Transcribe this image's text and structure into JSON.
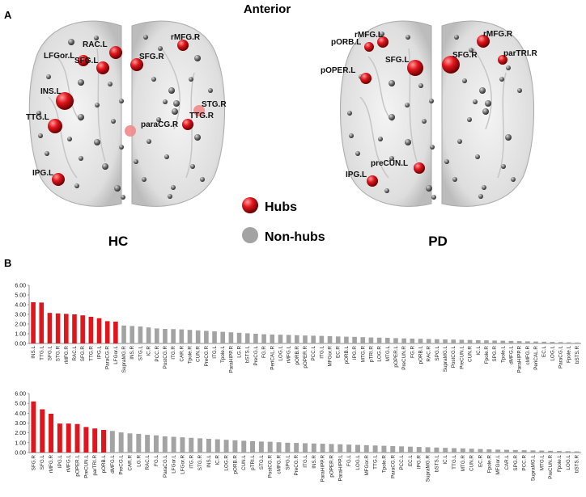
{
  "panelA": {
    "panel_label": "A",
    "title": "Anterior",
    "groups": [
      "HC",
      "PD"
    ],
    "legend": [
      {
        "label": "Hubs",
        "color": "#e0161e"
      },
      {
        "label": "Non-hubs",
        "color": "#a3a3a3"
      }
    ],
    "hc_labels": [
      "RAC.L",
      "rMFG.R",
      "LFGor.L",
      "SFG.L",
      "SFG.R",
      "INS.L",
      "TTG.L",
      "STG.R",
      "paraCG.R",
      "TTG.R",
      "IPG.L"
    ],
    "pd_labels": [
      "rMFG.L",
      "pORB.L",
      "rMFG.R",
      "SFG.L",
      "SFG.R",
      "parTRI.R",
      "pOPER.L",
      "preCUN.L",
      "IPG.L"
    ]
  },
  "panelB": {
    "panel_label": "B"
  },
  "colors": {
    "hub": "#e0161e",
    "nonhub": "#a3a3a3"
  },
  "chart_data": [
    {
      "type": "bar",
      "name": "HC",
      "ylim": [
        0,
        6
      ],
      "yticks": [
        "0.00",
        "1.00",
        "2.00",
        "3.00",
        "4.00",
        "5.00",
        "6.00"
      ],
      "categories": [
        "INS.L",
        "TTG.L",
        "SFG.L",
        "STG.R",
        "rMFG.R",
        "RAC.L",
        "SFG.R",
        "TTG.R",
        "IPG.L",
        "ParaCG.R",
        "LFGor.L",
        "SupraMG.R",
        "INS.R",
        "STG.L",
        "IC.R",
        "PCC.R",
        "PostCG.R",
        "ITG.R",
        "CAR.R",
        "Tpole.R",
        "CUN.R",
        "PreCG.R",
        "ITG.L",
        "Tpole.L",
        "ParaHIPP.R",
        "LG.R",
        "bSTS.L",
        "PreCG.L",
        "FG.R",
        "PeriCAL.R",
        "LOG.L",
        "rMFG.L",
        "pORB.R",
        "pOPER.R",
        "PCC.L",
        "ITG.L",
        "MFGor.R",
        "EC.R",
        "pORB.L",
        "IPG.R",
        "MTG.R",
        "pTRI.R",
        "LOG.R",
        "MTG.L",
        "pOPER.L",
        "PreCUN.R",
        "FG.R",
        "pORB.L",
        "RAC.R",
        "SPG.L",
        "SupraMG.L",
        "PostCG.L",
        "PreCUN.L",
        "CUN.R",
        "IC.L",
        "Fpole.R",
        "SPG.R",
        "Tpole.L",
        "dMFG.L",
        "ParaHIPP.R",
        "cMFG.R",
        "PeriCAL.R",
        "EC.L",
        "LOG.L",
        "ParaCG.L",
        "Fpole.L",
        "bSTS.R"
      ],
      "values": [
        4.25,
        4.22,
        3.15,
        3.1,
        3.05,
        3.0,
        2.9,
        2.75,
        2.6,
        2.3,
        2.25,
        1.85,
        1.8,
        1.75,
        1.65,
        1.55,
        1.5,
        1.48,
        1.45,
        1.4,
        1.35,
        1.3,
        1.25,
        1.2,
        1.15,
        1.1,
        1.05,
        1.0,
        0.95,
        0.92,
        0.9,
        0.88,
        0.85,
        0.82,
        0.8,
        0.78,
        0.75,
        0.72,
        0.7,
        0.68,
        0.65,
        0.62,
        0.6,
        0.58,
        0.55,
        0.52,
        0.5,
        0.48,
        0.46,
        0.44,
        0.42,
        0.4,
        0.38,
        0.36,
        0.34,
        0.32,
        0.3,
        0.28,
        0.26,
        0.24,
        0.22,
        0.2,
        0.18,
        0.16,
        0.14,
        0.12,
        0.1
      ],
      "hubs": 11
    },
    {
      "type": "bar",
      "name": "PD",
      "ylim": [
        0,
        6
      ],
      "yticks": [
        "0.00",
        "1.00",
        "2.00",
        "3.00",
        "4.00",
        "5.00",
        "6.00"
      ],
      "categories": [
        "SFG.R",
        "SFG.L",
        "rMFG.R",
        "IPG.L",
        "rMFG.L",
        "pOPER.L",
        "PreCUN.L",
        "parTRI.R",
        "pORB.L",
        "dMFG.L",
        "PreCG.L",
        "CAR.R",
        "LG.R",
        "RAC.L",
        "FG.L",
        "ParaCG.L",
        "LFGor.L",
        "LFGor.R",
        "ITG.R",
        "STG.R",
        "INS.L",
        "IC.R",
        "LOG.R",
        "pORB.R",
        "CUN.L",
        "pTRI.L",
        "STG.L",
        "PostCG.R",
        "cMFG.R",
        "SPG.L",
        "PreCG.R",
        "ITG.L",
        "INS.R",
        "ParaHIPP.R",
        "pOPER.R",
        "ParaHIPP.L",
        "FG.L",
        "LOG.L",
        "MFGor.R",
        "TTG.L",
        "Tpole.R",
        "ParaCG.R",
        "PCC.L",
        "EC.L",
        "IPG.R",
        "SupraMG.R",
        "bSTS.L",
        "IC.L",
        "TTG.L",
        "MTG.R",
        "CUN.R",
        "EC.R",
        "Fpole.R",
        "MFGor.L",
        "CAR.L",
        "SPG.R",
        "PCC.R",
        "SupraMG.L",
        "MTG.L",
        "PreCUN.R",
        "Fpole.L",
        "LOG.L",
        "bSTS.R"
      ],
      "values": [
        5.2,
        4.4,
        3.95,
        2.95,
        2.95,
        2.9,
        2.6,
        2.45,
        2.3,
        2.2,
        2.05,
        1.95,
        1.9,
        1.8,
        1.75,
        1.65,
        1.6,
        1.55,
        1.5,
        1.45,
        1.4,
        1.35,
        1.3,
        1.25,
        1.2,
        1.15,
        1.12,
        1.1,
        1.05,
        1.0,
        0.98,
        0.95,
        0.92,
        0.9,
        0.87,
        0.84,
        0.81,
        0.78,
        0.75,
        0.72,
        0.69,
        0.66,
        0.63,
        0.6,
        0.57,
        0.54,
        0.51,
        0.48,
        0.45,
        0.42,
        0.39,
        0.36,
        0.33,
        0.3,
        0.28,
        0.26,
        0.24,
        0.22,
        0.2,
        0.18,
        0.16,
        0.14,
        0.12
      ],
      "hubs": 9
    }
  ]
}
